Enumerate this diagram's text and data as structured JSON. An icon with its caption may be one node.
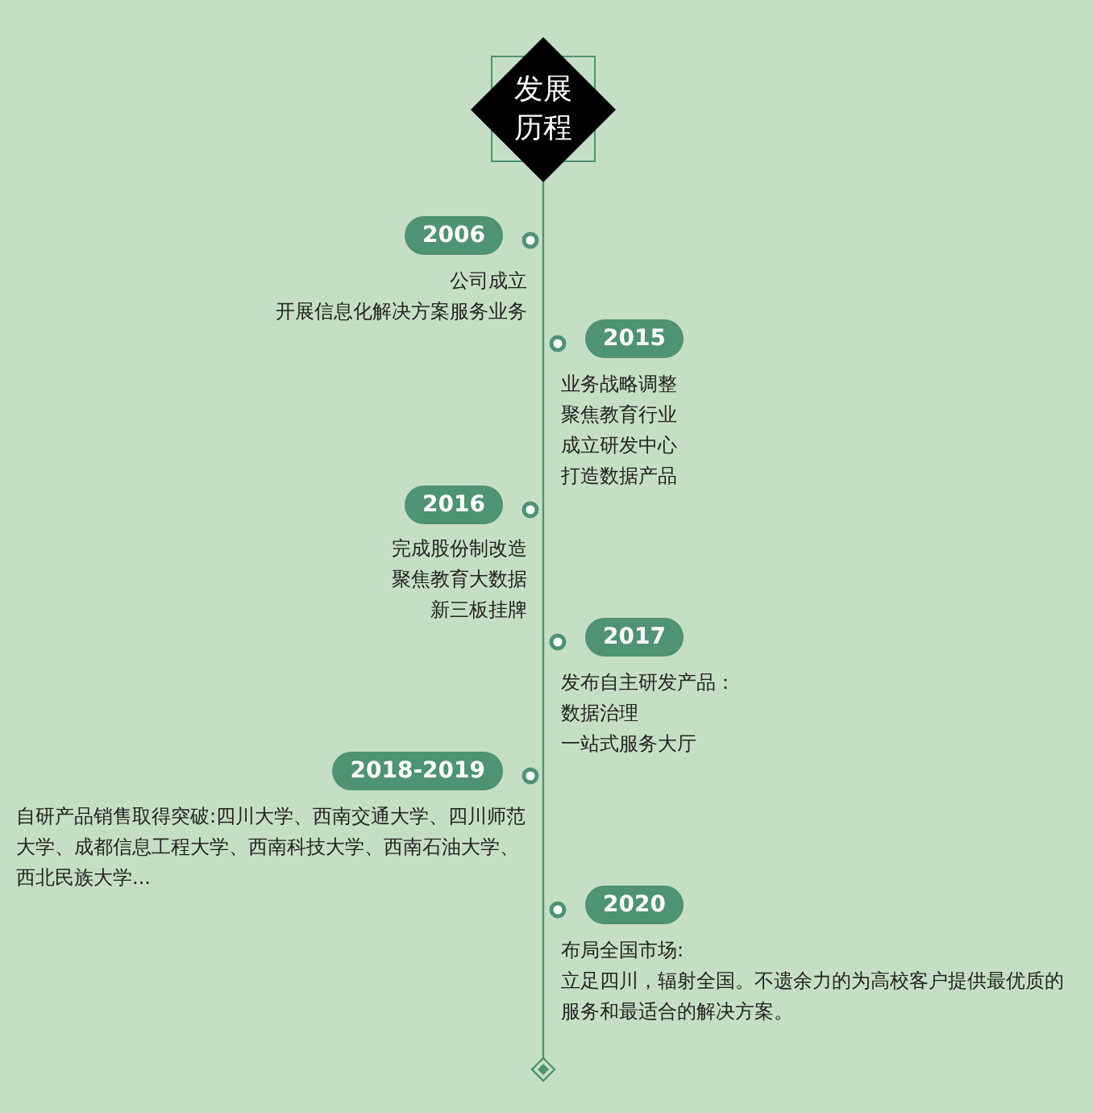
{
  "diagram": {
    "nodes": [
      {
        "text": [
          "发展历程"
        ]
      },
      {
        "text": [
          "2006"
        ],
        "beside": [
          "公司成立",
          "开展信息化解决方案服务业务"
        ]
      },
      {
        "text": [
          "2015"
        ],
        "beside": [
          "业务战略调整",
          "聚焦教育行业",
          "成立研发中心",
          "打造数据产品"
        ]
      },
      {
        "text": [
          "2016"
        ],
        "beside": [
          "完成股份制改造",
          "聚焦教育大数据",
          "新三板挂牌"
        ]
      },
      {
        "text": [
          "2017"
        ],
        "beside": [
          "发布自主研发产品：",
          "数据治理",
          "一站式服务大厅"
        ]
      },
      {
        "text": [
          "2018-2019"
        ],
        "beside": [
          "自研产品销售取得突破:四川大学、西南交通大学、四川师范大学、成都信息工程大学、西南科技大学、西南石油大学、西北民族大学..."
        ]
      },
      {
        "text": [
          "2020"
        ],
        "beside": [
          "布局全国市场:",
          "立足四川，辐射全国。不遗余力的为高校客户提供最优质的服务和最适合的解决方案。"
        ]
      },
      {
        "text": [],
        "shape": "diamond"
      }
    ],
    "edges": [
      {
        "from": 0,
        "to": 7,
        "arrow": "none"
      }
    ]
  }
}
